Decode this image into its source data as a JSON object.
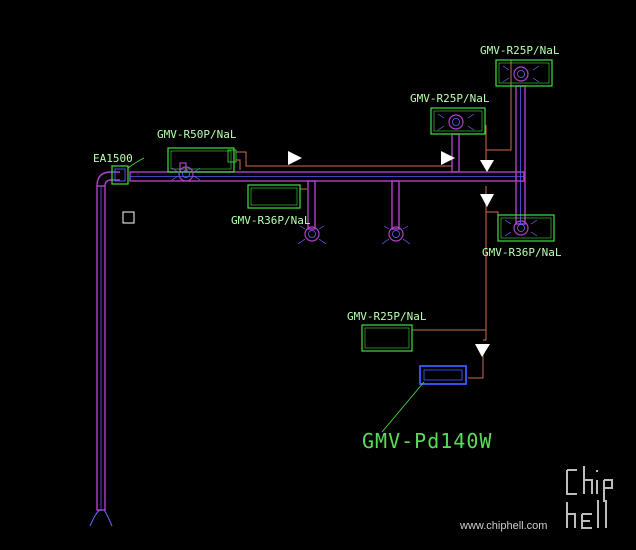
{
  "labels": {
    "exhaust": "EA1500",
    "unit_r50p": "GMV-R50P/NaL",
    "unit_r36p_mid": "GMV-R36P/NaL",
    "unit_r25p_top": "GMV-R25P/NaL",
    "unit_r25p_mid": "GMV-R25P/NaL",
    "unit_r36p_right": "GMV-R36P/NaL",
    "unit_r25p_low": "GMV-R25P/NaL",
    "outdoor_unit": "GMV-Pd140W"
  },
  "watermark": {
    "url": "www.chiphell.com",
    "logo": "chip hell"
  },
  "colors": {
    "background": "#000000",
    "duct": "#b040c8",
    "duct_inner": "#5a5aff",
    "pipe": "#c87050",
    "unit_outline": "#40e040",
    "outdoor_unit": "#3a5aff",
    "leader": "#40e040",
    "arrow": "#ffffff",
    "text": "#b8ffb0"
  }
}
